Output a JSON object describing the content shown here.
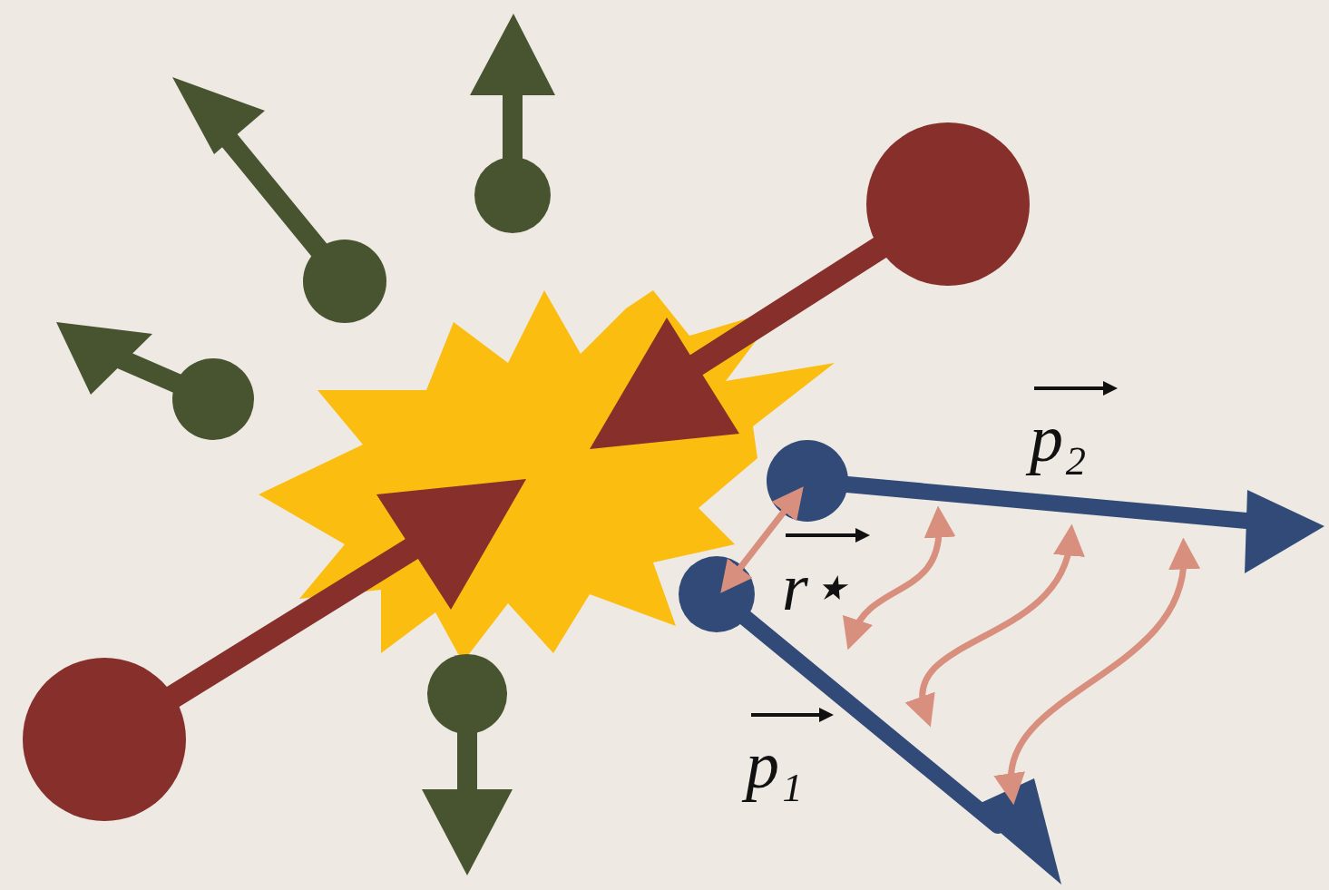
{
  "diagram": {
    "labels": [
      "p₂",
      "r⋆",
      "p₁"
    ]
  }
}
